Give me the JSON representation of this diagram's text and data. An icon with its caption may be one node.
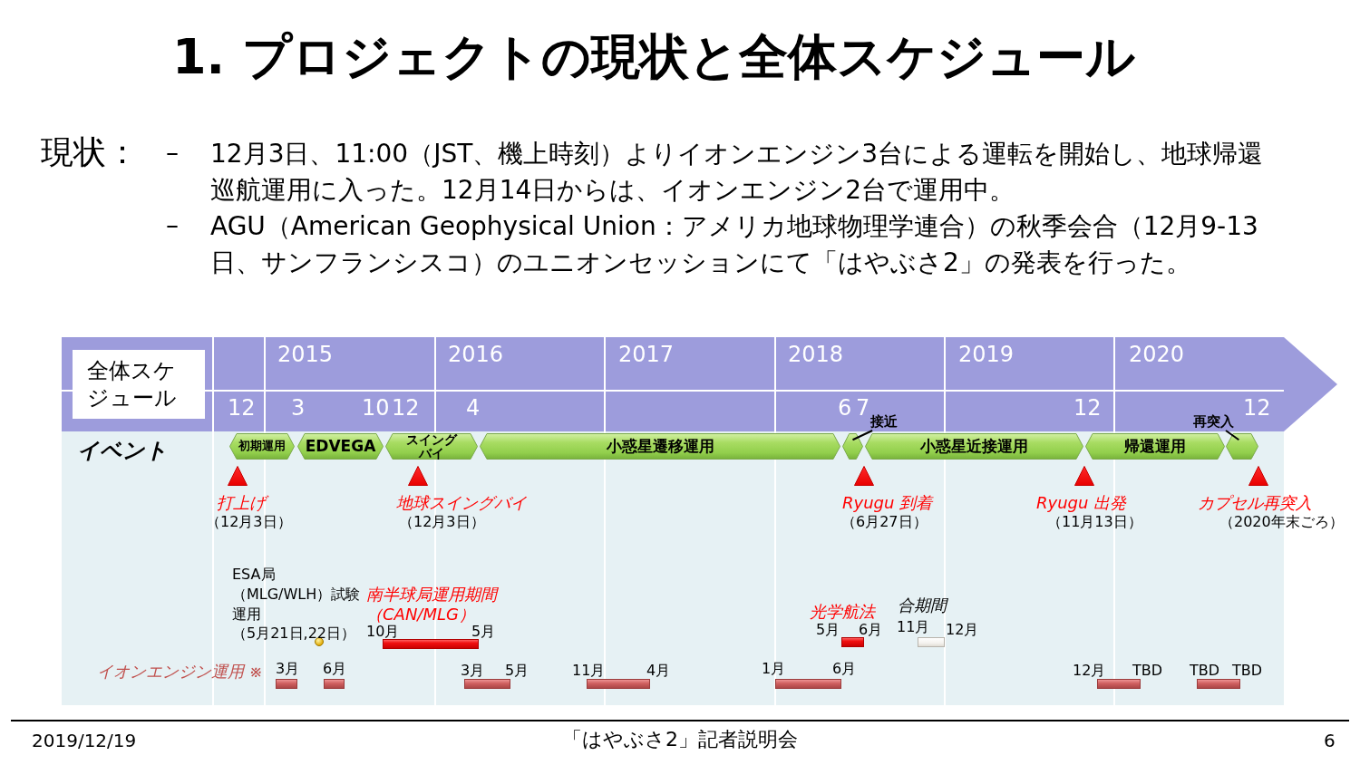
{
  "diagram": {
    "title": "1. プロジェクトの現状と全体スケジュール",
    "nodes": [
      {
        "text": [
          "全体スケジュール"
        ]
      },
      {
        "text": [
          "初期運用"
        ]
      },
      {
        "text": [
          "EDVEGA"
        ]
      },
      {
        "text": [
          "スイングバイ"
        ]
      },
      {
        "text": [
          "小惑星遷移運用"
        ]
      },
      {
        "text": [],
        "shape": "hexagon"
      },
      {
        "text": [
          "小惑星近接運用"
        ]
      },
      {
        "text": [
          "帰還運用"
        ]
      },
      {
        "text": [],
        "shape": "hexagon"
      },
      {
        "text": [
          "接近"
        ]
      },
      {
        "text": [
          "再突入"
        ]
      },
      {
        "text": [],
        "shape": "triangle",
        "beside": [
          "打上げ",
          "（12月3日）"
        ]
      },
      {
        "text": [],
        "shape": "triangle",
        "beside": [
          "地球スイングバイ",
          "（12月3日）"
        ]
      },
      {
        "text": [],
        "shape": "triangle",
        "beside": [
          "Ryugu 到着",
          "（6月27日）"
        ]
      },
      {
        "text": [],
        "shape": "triangle",
        "beside": [
          "Ryugu 出発",
          "（11月13日）"
        ]
      },
      {
        "text": [],
        "shape": "triangle",
        "beside": [
          "カプセル再突入",
          "（2020年末ごろ）"
        ]
      },
      {
        "text": [],
        "shape": "circle",
        "beside": [
          "ESA局（MLG/WLH）試験運用",
          "（5月21日,22日）"
        ]
      },
      {
        "text": [],
        "shape": "bar",
        "beside": [
          "南半球局運用期間（CAN/MLG）",
          "10月",
          "5月"
        ]
      },
      {
        "text": [],
        "shape": "bar",
        "beside": [
          "光学航法",
          "5月",
          "6月"
        ]
      },
      {
        "text": [],
        "shape": "bar",
        "beside": [
          "合期間",
          "11月",
          "12月"
        ]
      },
      {
        "text": [],
        "shape": "bar",
        "beside": [
          "3月"
        ]
      },
      {
        "text": [],
        "shape": "bar",
        "beside": [
          "6月"
        ]
      },
      {
        "text": [],
        "shape": "bar",
        "beside": [
          "3月",
          "5月"
        ]
      },
      {
        "text": [],
        "shape": "bar",
        "beside": [
          "11月",
          "4月"
        ]
      },
      {
        "text": [],
        "shape": "bar",
        "beside": [
          "1月",
          "6月"
        ]
      },
      {
        "text": [],
        "shape": "bar",
        "beside": [
          "12月",
          "TBD"
        ]
      },
      {
        "text": [],
        "shape": "bar",
        "beside": [
          "TBD",
          "TBD"
        ]
      }
    ],
    "edges": [
      {
        "from": 9,
        "to": 5,
        "arrow": "none"
      },
      {
        "from": 10,
        "to": 8,
        "arrow": "none"
      }
    ],
    "labels": [
      "現状：",
      "–",
      "12月3日、11:00（JST、機上時刻）よりイオンエンジン3台による運転を開始し、地球帰還巡航運用に入った。12月14日からは、イオンエンジン2台で運用中。",
      "–",
      "AGU（American Geophysical Union：アメリカ地球物理学連合）の秋季会合（12月9-13日、サンフランシスコ）のユニオンセッションにて「はやぶさ2」の発表を行った。",
      "2015",
      "2016",
      "2017",
      "2018",
      "2019",
      "2020",
      "12",
      "3",
      "10",
      "12",
      "4",
      "6",
      "7",
      "12",
      "12",
      "イベント",
      "イオンエンジン運用 ※",
      "2019/12/19",
      "「はやぶさ2」記者説明会",
      "6"
    ]
  }
}
